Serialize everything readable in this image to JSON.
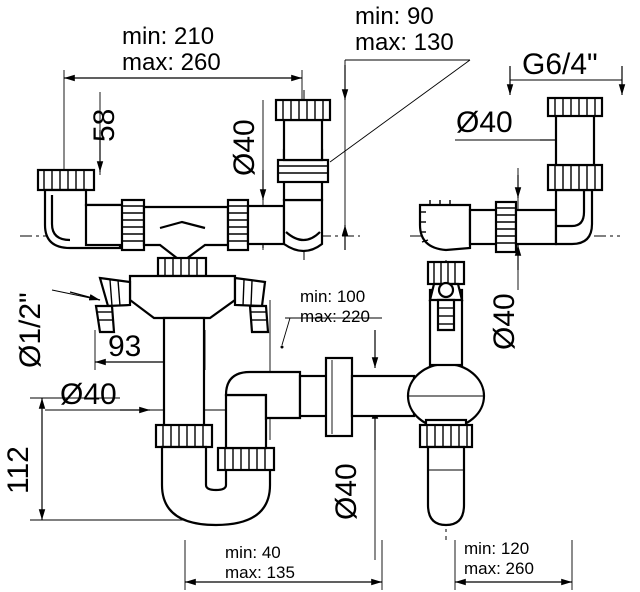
{
  "dims": {
    "top_width_min": "min:  210",
    "top_width_max": "max: 260",
    "outlet_height_min": "min:    90",
    "outlet_height_max": "max: 130",
    "thread_size": "G6/4\"",
    "right_top_diameter": "Ø40",
    "tailpiece_height": "58",
    "left_tailpiece_diameter": "Ø40",
    "right_pipe_diameter": "Ø40",
    "hose_connector": "Ø1/2\"",
    "connector_spacing": "93",
    "flange_offset_min": "min:  100",
    "flange_offset_max": "max: 220",
    "outlet_diameter": "Ø40",
    "trap_height": "112",
    "lower_pipe_diameter": "Ø40",
    "trap_offset_min": "min:   40",
    "trap_offset_max": "max: 135",
    "bottle_offset_min": "min:  120",
    "bottle_offset_max": "max: 260"
  }
}
